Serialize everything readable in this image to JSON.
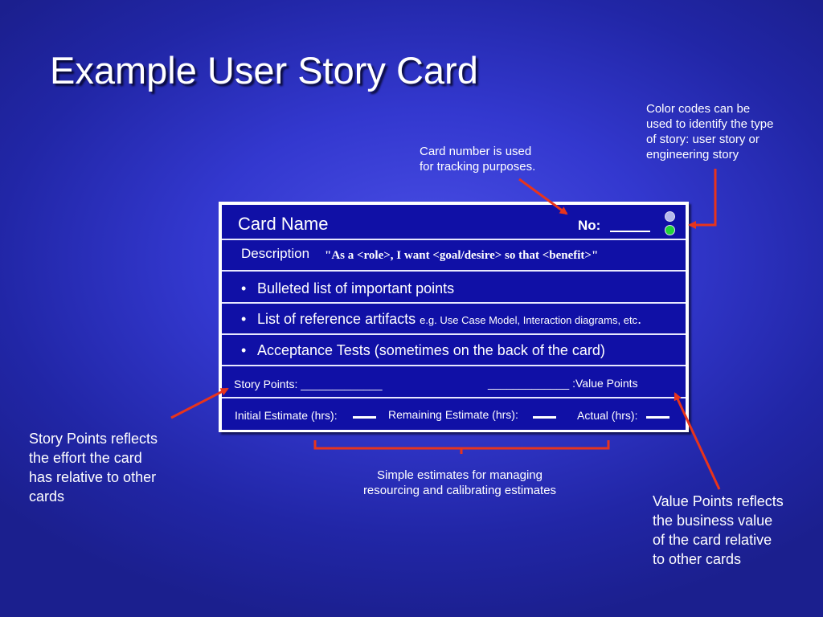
{
  "title": "Example User Story Card",
  "notes": {
    "color_codes": [
      "Color codes can be",
      "used to identify the type",
      "of story:  user story or",
      "engineering story"
    ],
    "card_number": [
      "Card number is used",
      "for tracking purposes."
    ],
    "story_points": [
      "Story Points reflects",
      "the effort the card",
      "has relative to other",
      "cards"
    ],
    "value_points": [
      "Value Points reflects",
      "the business value",
      "of the card relative",
      "to other cards"
    ],
    "estimates": [
      "Simple estimates for managing",
      "resourcing and calibrating estimates"
    ]
  },
  "card": {
    "name": "Card Name",
    "no_label": "No:",
    "description_label": "Description ",
    "description_text": "\"As a <role>, I want <goal/desire> so that <benefit>\"",
    "bullet_char": "•",
    "bullets": {
      "important": "Bulleted list of important points",
      "reference": "List of reference artifacts ",
      "reference_example": "e.g. Use Case Model, Interaction diagrams, etc",
      "reference_end": ".",
      "acceptance": "Acceptance Tests (sometimes on the back of the card)"
    },
    "story_points": "Story Points: _____________",
    "value_points": "_____________ :Value Points",
    "initial_estimate": "Initial Estimate (hrs):",
    "remaining_estimate": "Remaining Estimate (hrs):",
    "actual": "Actual (hrs):"
  },
  "colors": {
    "arrow": "#e8341c",
    "card": "#1010a6",
    "dot_user_story": "#b4b8ec",
    "dot_engineering_story": "#22d43a"
  }
}
